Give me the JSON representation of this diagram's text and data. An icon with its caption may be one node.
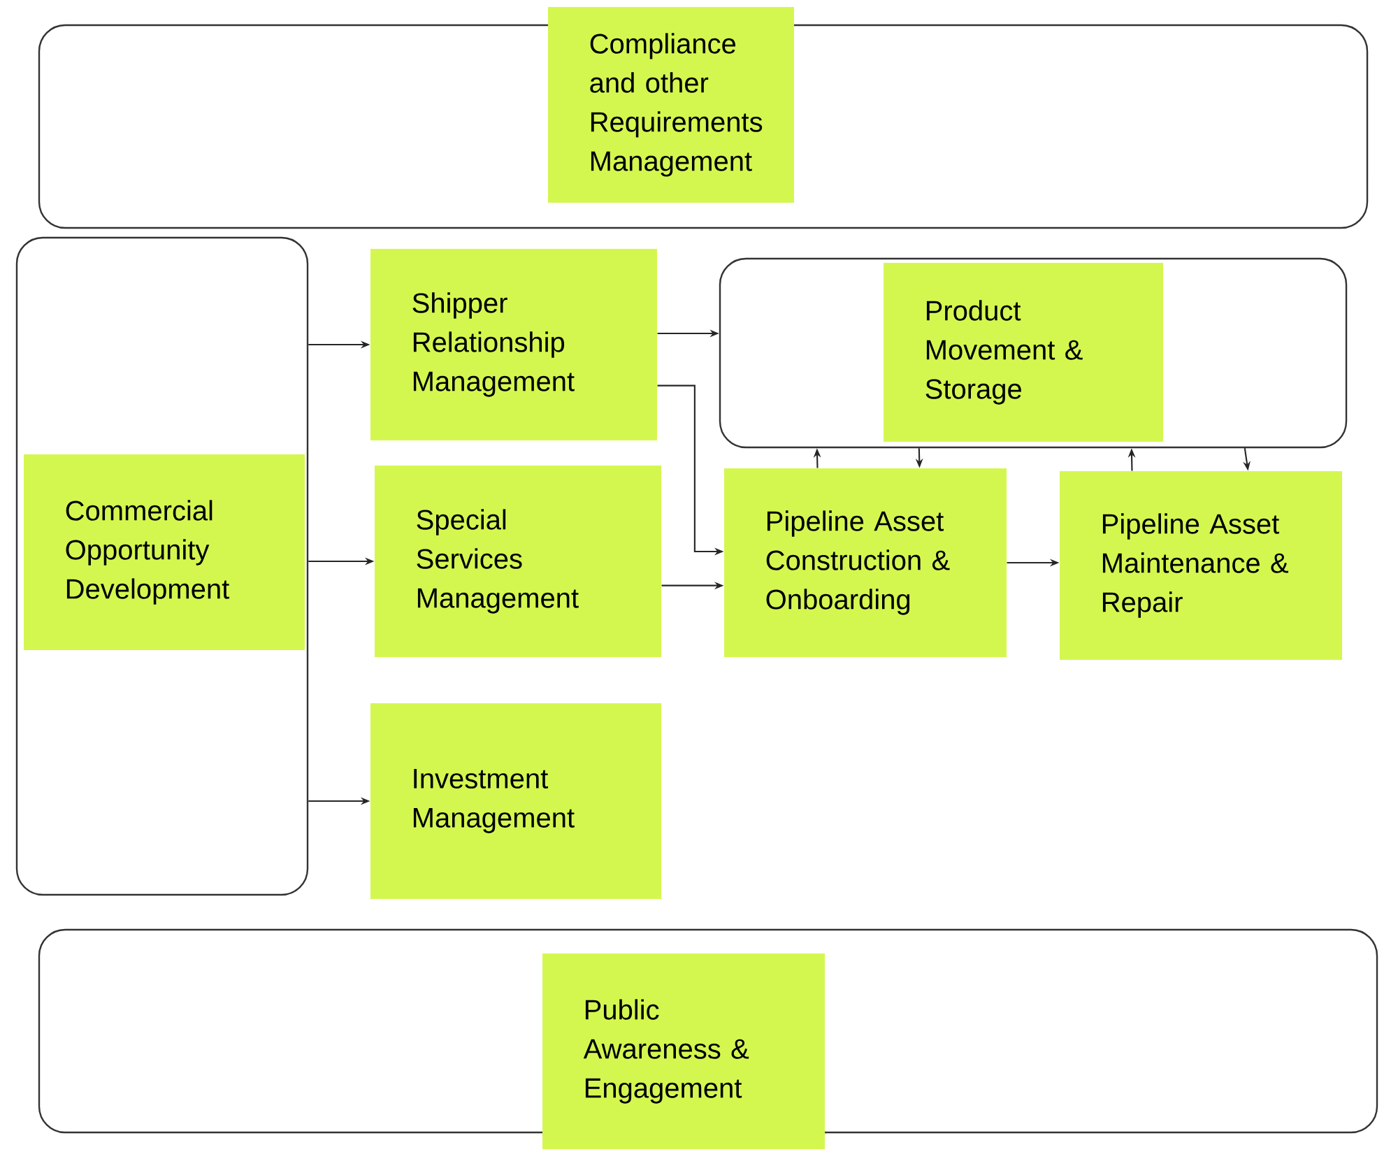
{
  "diagram": {
    "nodes": [
      {
        "text": [],
        "shape": "box"
      },
      {
        "text": [
          "Compliance and other Requirements Management"
        ]
      },
      {
        "text": [],
        "shape": "box"
      },
      {
        "text": [
          "Commercial Opportunity Development"
        ],
        "in": 2
      },
      {
        "text": [
          "Shipper Relationship Management"
        ]
      },
      {
        "text": [],
        "shape": "box"
      },
      {
        "text": [
          "Product Movement & Storage"
        ],
        "in": 5
      },
      {
        "text": [
          "Special Services Management"
        ]
      },
      {
        "text": [
          "Pipeline Asset Construction & Onboarding"
        ]
      },
      {
        "text": [
          "Pipeline Asset Maintenance & Repair"
        ]
      },
      {
        "text": [
          "Investment Management"
        ]
      },
      {
        "text": [],
        "shape": "box"
      },
      {
        "text": [
          "Public Awareness & Engagement"
        ]
      }
    ],
    "edges": [
      {
        "from": 2,
        "to": 4,
        "arrow": "to"
      },
      {
        "from": 2,
        "to": 7,
        "arrow": "to"
      },
      {
        "from": 2,
        "to": 10,
        "arrow": "to"
      },
      {
        "from": 4,
        "to": 5,
        "arrow": "to"
      },
      {
        "from": 4,
        "to": 8,
        "arrow": "to"
      },
      {
        "from": 7,
        "to": 8,
        "arrow": "to"
      },
      {
        "from": 8,
        "to": 9,
        "arrow": "to"
      },
      {
        "from": 8,
        "to": 5,
        "arrow": "to"
      },
      {
        "from": 5,
        "to": 8,
        "arrow": "to"
      },
      {
        "from": 9,
        "to": 5,
        "arrow": "to"
      },
      {
        "from": 5,
        "to": 9,
        "arrow": "to"
      }
    ]
  }
}
